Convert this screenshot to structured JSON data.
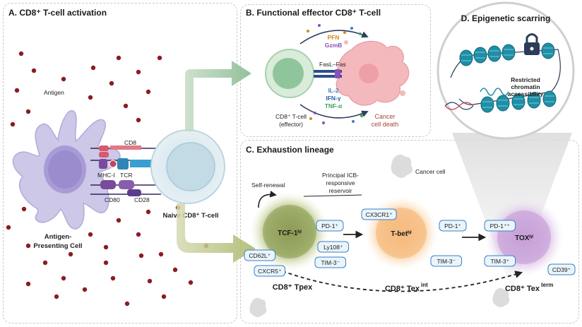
{
  "panels": {
    "a": {
      "title": "A. CD8⁺ T-cell activation"
    },
    "b": {
      "title": "B. Functional effector CD8⁺ T-cell"
    },
    "c": {
      "title": "C. Exhaustion lineage"
    },
    "d": {
      "title": "D. Epigenetic scarring"
    }
  },
  "panel_a": {
    "antigen": "Antigen",
    "cd8": "CD8",
    "mhc": "MHC-I",
    "tcr": "TCR",
    "cd80": "CD80",
    "cd28": "CD28",
    "apc_line1": "Antigen-",
    "apc_line2": "Presenting Cell",
    "naive": "Naive CD8⁺ T-cell"
  },
  "panel_b": {
    "pfn": "PFN",
    "gzmb": "GzmB",
    "fasl": "FasL–Fas",
    "il2": "IL-2",
    "ifn": "IFN-γ",
    "tnf": "TNF-α",
    "tcell_line1": "CD8⁺ T-cell",
    "tcell_line2": "(effector)",
    "death_line1": "Cancer",
    "death_line2": "cell death"
  },
  "panel_c": {
    "self_renewal": "Self-renewal",
    "icb_line1": "Principal ICB-",
    "icb_line2": "responsive",
    "icb_line3": "reservoir",
    "cancer_cell": "Cancer cell",
    "tpex_core": "TCF-1ʰⁱ",
    "tint_core": "T-betʰⁱ",
    "tterm_core": "TOXʰⁱ",
    "tpex_markers": {
      "pd1": "PD-1⁺",
      "ly108": "Ly108⁺",
      "tim3": "TIM-3⁻",
      "cd62l": "CD62L⁺",
      "cxcr5": "CXCR5⁺"
    },
    "tint_markers": {
      "cx3cr1": "CX3CR1⁺",
      "pd1": "PD-1⁺",
      "tim3": "TIM-3⁻"
    },
    "tterm_markers": {
      "pd1": "PD-1⁺⁺",
      "tim3": "TIM-3⁺",
      "cd39": "CD39⁺"
    },
    "tpex_label": "CD8⁺ Tpex",
    "tint_label": "CD8⁺ Tex",
    "tint_sup": "int",
    "tterm_label": "CD8⁺ Tex",
    "tterm_sup": "term"
  },
  "panel_d": {
    "line1": "Restricted",
    "line2": "chromatin",
    "line3": "accessibility"
  },
  "colors": {
    "panel_border": "#c9c9c9",
    "title_text": "#1a1a1a",
    "pfn": "#d08a1e",
    "gzmb": "#8a4fb8",
    "il2": "#3b7fc4",
    "ifn": "#2d5fa8",
    "tnf": "#3aa457",
    "cancer_death": "#a0483c",
    "antigen_dot": "#8b1c22",
    "apc": "#c9c4e6",
    "naive_cell": "#d4e5ec",
    "tpex": "#a5b46e",
    "tint": "#f4b77c",
    "tterm": "#c6a4d8",
    "nucleosome": "#1e8fa6",
    "green_arrow": "#a8c9a8"
  },
  "icons": [
    "lock-icon",
    "dna-helix-icon",
    "arrow-right-icon"
  ]
}
